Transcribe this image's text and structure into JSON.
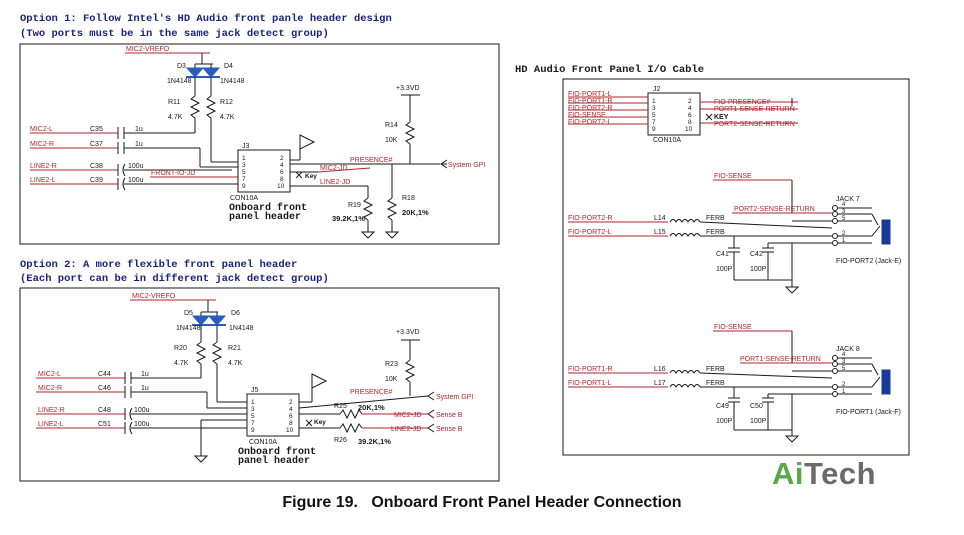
{
  "option1": {
    "title": "Option 1: Follow Intel's HD Audio front panle header design",
    "subtitle": "(Two ports must be in the same jack detect group)",
    "vrefo": "MIC2-VREFO",
    "diodes": [
      "D3",
      "D4"
    ],
    "diode_part": "1N4148",
    "resistors": [
      {
        "ref": "R11",
        "val": "4.7K"
      },
      {
        "ref": "R12",
        "val": "4.7K"
      }
    ],
    "inputs": [
      {
        "net": "MIC2-L",
        "cap": "C35",
        "val": "1u"
      },
      {
        "net": "MIC2-R",
        "cap": "C37",
        "val": "1u"
      },
      {
        "net": "LINE2-R",
        "cap": "C38",
        "val": "100u"
      },
      {
        "net": "LINE2-L",
        "cap": "C39",
        "val": "100u"
      }
    ],
    "front_io": "FRONT-IO-JD",
    "connector": "J3",
    "connector_part": "CON10A",
    "pins_left": [
      "1",
      "3",
      "5",
      "7",
      "9"
    ],
    "pins_right": [
      "2",
      "4",
      "6",
      "8",
      "10"
    ],
    "key": "Key",
    "nets": [
      "MIC2-JD",
      "LINE2-JD"
    ],
    "supply": "+3.3VD",
    "r14": {
      "ref": "R14",
      "val": "10K"
    },
    "presence": "PRESENCE#",
    "gpi": "System GPI",
    "r18": {
      "ref": "R18",
      "val": "20K,1%"
    },
    "r19": {
      "ref": "R19",
      "val": "39.2K,1%"
    },
    "label": [
      "Onboard front",
      "panel header"
    ]
  },
  "option2": {
    "title": "Option 2: A more flexible front panel header",
    "subtitle": "(Each port can be in different jack detect group)",
    "vrefo": "MIC2-VREFO",
    "diodes": [
      "D5",
      "D6"
    ],
    "diode_part": "1N4148",
    "resistors": [
      {
        "ref": "R20",
        "val": "4.7K"
      },
      {
        "ref": "R21",
        "val": "4.7K"
      }
    ],
    "inputs": [
      {
        "net": "MIC2-L",
        "cap": "C44",
        "val": "1u"
      },
      {
        "net": "MIC2-R",
        "cap": "C46",
        "val": "1u"
      },
      {
        "net": "LINE2-R",
        "cap": "C48",
        "val": "100u"
      },
      {
        "net": "LINE2-L",
        "cap": "C51",
        "val": "100u"
      }
    ],
    "connector": "J5",
    "connector_part": "CON10A",
    "pins_left": [
      "1",
      "3",
      "5",
      "7",
      "9"
    ],
    "pins_right": [
      "2",
      "4",
      "6",
      "8",
      "10"
    ],
    "key": "Key",
    "supply": "+3.3VD",
    "r23": {
      "ref": "R23",
      "val": "10K"
    },
    "presence": "PRESENCE#",
    "gpi": "System GPI",
    "r25": {
      "ref": "R25",
      "val": "20K,1%"
    },
    "r26": {
      "ref": "R26",
      "val": "39.2K,1%"
    },
    "nets": [
      "MIC2-JD",
      "LINE2-JD"
    ],
    "sense": [
      "Sense B",
      "Sense B"
    ],
    "label": [
      "Onboard front",
      "panel header"
    ]
  },
  "cable": {
    "title": "HD Audio Front Panel I/O Cable",
    "connector": "J2",
    "connector_part": "CON10A",
    "left_nets": [
      "FIO-PORT1-L",
      "FIO-PORT1-R",
      "FIO-PORT2-R",
      "FIO-SENSE",
      "FIO-PORT2-L"
    ],
    "right_nets": [
      "FIO-PRESENCE#",
      "PORT1-SENSE-RETURN",
      "KEY",
      "PORT2-SENSE-RETURN"
    ],
    "pins_left": [
      "1",
      "3",
      "5",
      "7",
      "9"
    ],
    "pins_right": [
      "2",
      "4",
      "6",
      "8",
      "10"
    ]
  },
  "jack7": {
    "name": "JACK 7",
    "sense": "FIO-SENSE",
    "ret": "PORT2-SENSE-RETURN",
    "r": {
      "net": "FIO-PORT2-R",
      "ind": "L14",
      "ferb": "FERB"
    },
    "l": {
      "net": "FIO-PORT2-L",
      "ind": "L15",
      "ferb": "FERB"
    },
    "caps": [
      {
        "ref": "C41",
        "val": "100P"
      },
      {
        "ref": "C42",
        "val": "100P"
      }
    ],
    "pins": [
      "4",
      "3",
      "5",
      "2",
      "1"
    ],
    "port": "FIO-PORT2 (Jack-E)"
  },
  "jack8": {
    "name": "JACK 8",
    "sense": "FIO-SENSE",
    "ret": "PORT1-SENSE-RETURN",
    "r": {
      "net": "FIO-PORT1-R",
      "ind": "L16",
      "ferb": "FERB"
    },
    "l": {
      "net": "FIO-PORT1-L",
      "ind": "L17",
      "ferb": "FERB"
    },
    "caps": [
      {
        "ref": "C49",
        "val": "100P"
      },
      {
        "ref": "C50",
        "val": "100P"
      }
    ],
    "pins": [
      "4",
      "3",
      "5",
      "2",
      "1"
    ],
    "port": "FIO-PORT1 (Jack-F)"
  },
  "caption": "Figure 19.   Onboard Front Panel Header Connection",
  "logo": {
    "a": "Ai",
    "b": "Tech",
    "colors": {
      "a": "#5aa84a",
      "b": "#6b6b6b"
    }
  },
  "colors": {
    "net": "#b0262b",
    "wire": "#1a1a1a",
    "diode": "#2a5bbf"
  }
}
